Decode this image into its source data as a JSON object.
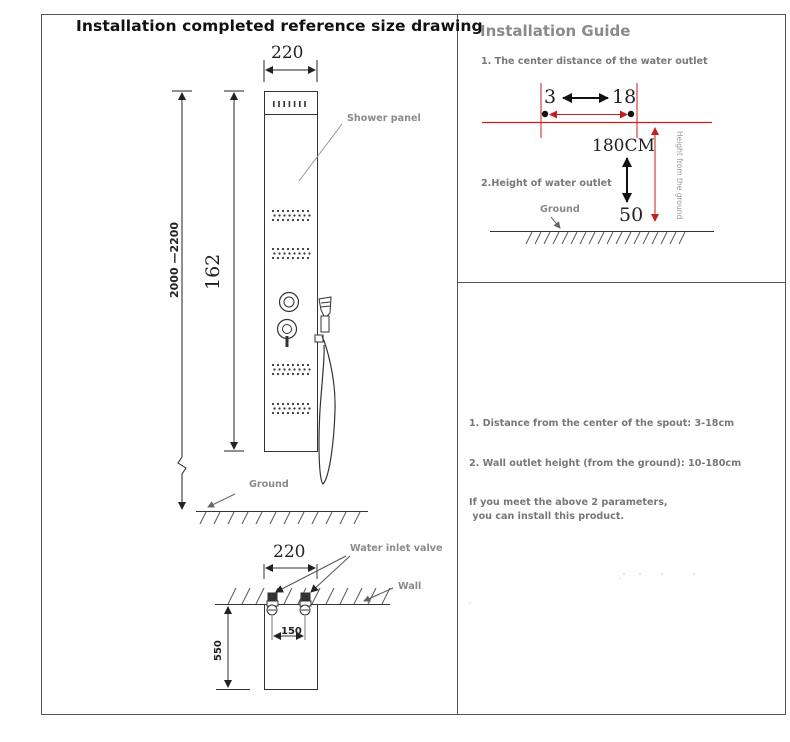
{
  "left": {
    "title": "Installation completed reference size drawing",
    "dim_width_top": "220",
    "dim_total_height": "2000 —2200",
    "dim_panel_height": "162",
    "label_shower_panel": "Shower panel",
    "label_ground": "Ground",
    "dim_width_bottom": "220",
    "label_water_inlet_valve": "Water inlet valve",
    "label_wall": "Wall",
    "dim_550": "550",
    "dim_150": "150"
  },
  "guide": {
    "title": "Installation Guide",
    "step1": "1. The center distance of the water outlet",
    "dist_min": "3",
    "dist_max": "18",
    "height_max": "180CM",
    "height_min": "50",
    "vertical_label": "Height from the ground",
    "step2": "2.Height of water outlet",
    "ground": "Ground"
  },
  "notes": {
    "line1": "1. Distance from the center of the spout: 3-18cm",
    "line2": "2. Wall outlet height (from the ground): 10-180cm",
    "line3": "If you meet the above 2 parameters,",
    "line4": " you can install this product."
  },
  "colors": {
    "accent_red": "#c41e1e",
    "line": "#444444",
    "label_gray": "#8a8a8a"
  }
}
